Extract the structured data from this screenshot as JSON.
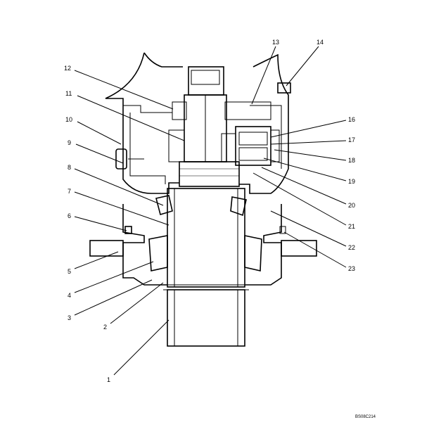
{
  "callouts": [
    {
      "id": "1",
      "text": "1"
    },
    {
      "id": "2",
      "text": "2"
    },
    {
      "id": "3",
      "text": "3"
    },
    {
      "id": "4",
      "text": "4"
    },
    {
      "id": "5",
      "text": "5"
    },
    {
      "id": "6",
      "text": "6"
    },
    {
      "id": "7",
      "text": "7"
    },
    {
      "id": "8",
      "text": "8"
    },
    {
      "id": "9",
      "text": "9"
    },
    {
      "id": "10",
      "text": "10"
    },
    {
      "id": "11",
      "text": "11"
    },
    {
      "id": "12",
      "text": "12"
    },
    {
      "id": "13",
      "text": "13"
    },
    {
      "id": "14",
      "text": "14"
    },
    {
      "id": "16",
      "text": "16"
    },
    {
      "id": "17",
      "text": "17"
    },
    {
      "id": "18",
      "text": "18"
    },
    {
      "id": "19",
      "text": "19"
    },
    {
      "id": "20",
      "text": "20"
    },
    {
      "id": "21",
      "text": "21"
    },
    {
      "id": "22",
      "text": "22"
    },
    {
      "id": "23",
      "text": "23"
    }
  ],
  "figure_code": "BS08C214"
}
